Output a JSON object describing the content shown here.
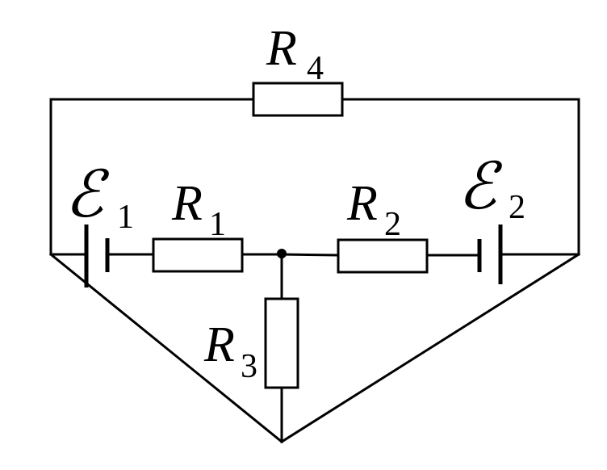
{
  "diagram": {
    "labels": {
      "R4": {
        "main": "R",
        "sub": "4"
      },
      "R1": {
        "main": "R",
        "sub": "1"
      },
      "R2": {
        "main": "R",
        "sub": "2"
      },
      "R3": {
        "main": "R",
        "sub": "3"
      },
      "E1": {
        "main": "ℰ",
        "sub": "1"
      },
      "E2": {
        "main": "ℰ",
        "sub": "2"
      }
    }
  }
}
